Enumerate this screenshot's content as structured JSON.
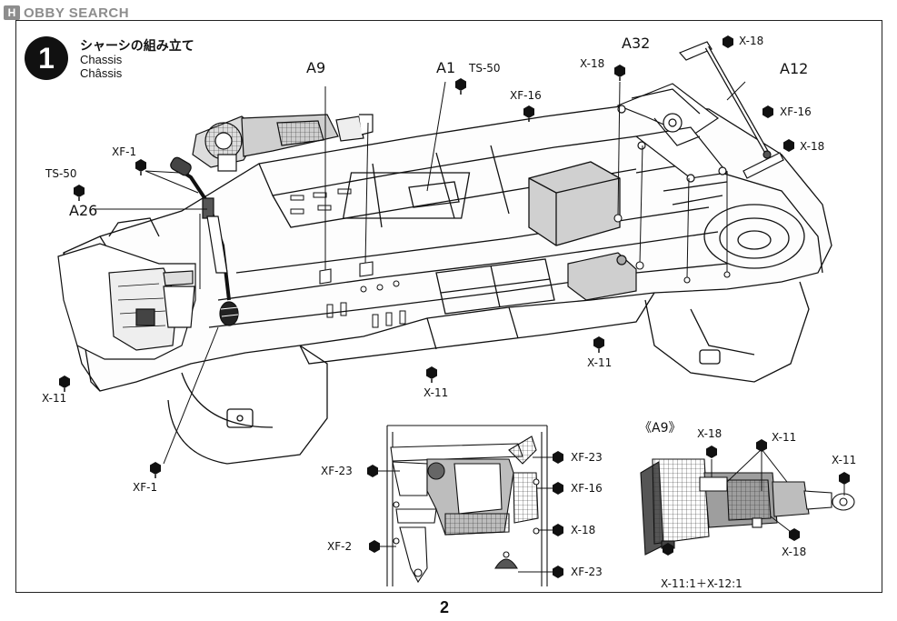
{
  "header": {
    "logo_mark": "H",
    "logo_text": "OBBY SEARCH"
  },
  "step": {
    "number": "1",
    "title_jp": "シャーシの組み立て",
    "title_en": "Chassis",
    "title_fr": "Châssis"
  },
  "main_diagram": {
    "parts": {
      "a9": "A9",
      "a1": "A1",
      "a32": "A32",
      "a12": "A12",
      "a26": "A26"
    },
    "fasteners": {
      "ts50_top": "TS-50",
      "xf16_top": "XF-16",
      "x18_a32": "X-18",
      "x18_top_right": "X-18",
      "xf16_right": "XF-16",
      "x18_right": "X-18",
      "xf1_left": "XF-1",
      "ts50_left": "TS-50",
      "x11_left": "X-11",
      "x11_center": "X-11",
      "x11_right": "X-11",
      "xf1_bottom": "XF-1"
    }
  },
  "engine_inset": {
    "xf23_left": "XF-23",
    "xf2": "XF-2",
    "xf23_top": "XF-23",
    "xf16": "XF-16",
    "x18": "X-18",
    "xf23_bottom": "XF-23"
  },
  "a9_inset": {
    "title": "《A9》",
    "x18_top": "X-18",
    "x11_top": "X-11",
    "x11_right": "X-11",
    "x18_bottom": "X-18",
    "mix_note": "X-11:1＋X-12:1"
  },
  "footer": {
    "page_number": "2"
  }
}
